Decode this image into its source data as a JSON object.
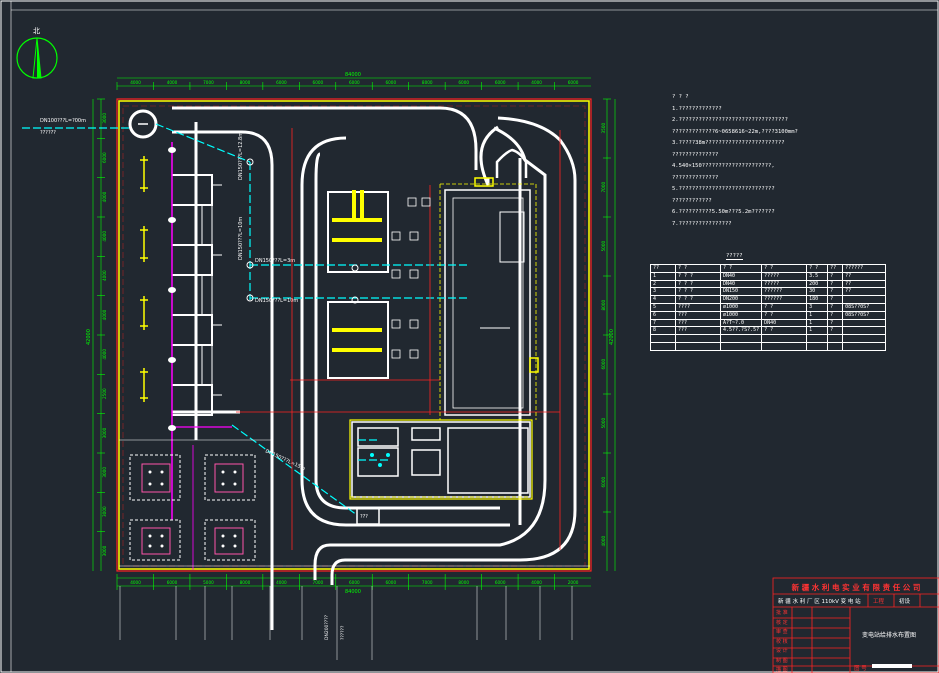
{
  "north_label": "北",
  "notes": {
    "heading": "? ? ?",
    "lines": [
      "1.?????????????",
      "2.?????????????????????????????????",
      "  ?????????????6~0658616~22m,????3100mm?",
      "3.?????38m????????????????????????",
      "  ??????????????",
      "4.540×150?????????????????????,",
      "  ??????????????",
      "5.?????????????????????????????",
      "  ????????????",
      "6.??????????5.50m???5.2m???????",
      "7.????????????????"
    ]
  },
  "table": {
    "title": "?????",
    "header": [
      "??",
      "? ?",
      "? ?",
      "? ?",
      "? ?",
      "??",
      "??????"
    ],
    "rows": [
      [
        "1",
        "? ? ?",
        "DN40",
        "?????",
        "3.5",
        "?",
        "??"
      ],
      [
        "2",
        "? ? ?",
        "DN40",
        "?????",
        "200",
        "?",
        "??"
      ],
      [
        "3",
        "? ? ?",
        "DN150",
        "??????",
        "30",
        "?",
        "??"
      ],
      [
        "4",
        "? ? ?",
        "DN200",
        "??????",
        "180",
        "?",
        ""
      ],
      [
        "5",
        "????",
        "ø1000",
        "? ?",
        "3",
        "?",
        "08S??0S?"
      ],
      [
        "6",
        "???",
        "ø1000",
        "? ?",
        "1",
        "?",
        "08S??0S?"
      ],
      [
        "7",
        "???",
        "A?T~?.0",
        "DN40",
        "1",
        "?",
        ""
      ],
      [
        "8",
        "???",
        "4.5??.?S?.5?",
        "? ?",
        "1",
        "?",
        ""
      ],
      [
        "",
        "",
        "",
        "",
        "",
        "",
        ""
      ],
      [
        "",
        "",
        "",
        "",
        "",
        "",
        ""
      ]
    ]
  },
  "dimensions": {
    "overall_top": "84000",
    "left_side": "42000",
    "right_side": "42000",
    "bottom_overall": "84000",
    "top_segments": [
      "4000",
      "4000",
      "7000",
      "8000",
      "6000",
      "6000",
      "6000",
      "6000",
      "8000",
      "6000",
      "6000",
      "4000",
      "6000"
    ],
    "bottom_segments": [
      "4000",
      "6000",
      "5000",
      "8000",
      "4000",
      "7000",
      "6000",
      "6000",
      "7000",
      "8000",
      "6000",
      "4000",
      "2000"
    ],
    "left_segments": [
      "3000",
      "6000",
      "4000",
      "4000",
      "4000",
      "4000",
      "4000",
      "2500",
      "3000",
      "3000",
      "3000",
      "3000"
    ],
    "right_segments": [
      "3500",
      "7000",
      "5000",
      "8000",
      "6000",
      "5000",
      "6000",
      "4000"
    ]
  },
  "pipe_labels": {
    "dn100_left": "DN100???L=?00m",
    "dn100_left_sub": "??????",
    "dn150_a": "DN150???L=12.8m",
    "dn150_b": "DN150???L=3m",
    "dn150_c": "DN150???L=10m",
    "dn200_a": "DN150???L=10m",
    "diag_pipe": "DN150???L=15m",
    "slope": "i=1",
    "inner_box": "???",
    "drain_label": "DN200????",
    "drain_label2": "??????"
  },
  "title_block": {
    "company": "新 疆 水 利 电 实 业 有 限 责 任 公 司",
    "project": "新 疆 水 利 厂 区 110kV 变 电 站",
    "stage": "工程",
    "stage_val": "初设",
    "drawing_title": "变电站给排水布置图",
    "rows": [
      "批 准",
      "核 定",
      "审 查",
      "校 核",
      "设 计",
      "制 图",
      "描 图"
    ],
    "sheet_label": "图 号"
  },
  "colors": {
    "background": "#212830",
    "road": "#ffffff",
    "fence": "#ffff00",
    "dim": "#00ff00",
    "water_pipe": "#00ffff",
    "drain_pipe": "#ff00ff",
    "boundary": "#ff2222"
  }
}
